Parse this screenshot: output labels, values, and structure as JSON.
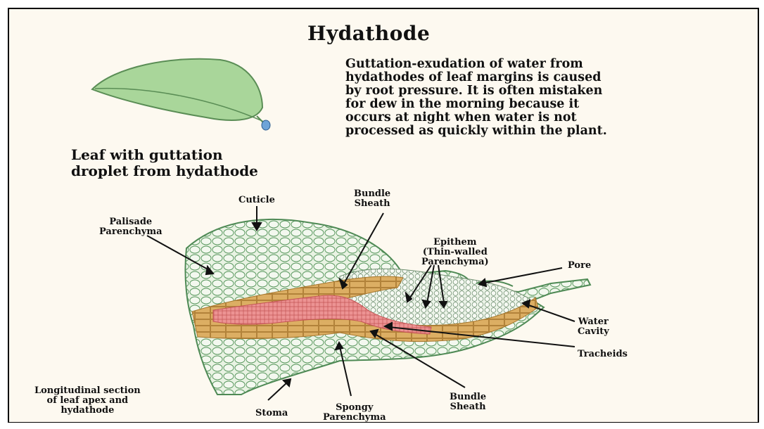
{
  "title": "Hydathode",
  "description": "Guttation-exudation of water from\nhydathodes of leaf margins is caused\nby root pressure.  It is often mistaken\nfor dew in the morning because it\noccurs at night when water is not\nprocessed as quickly within the plant.",
  "leaf_caption": "Leaf with guttation\ndroplet from hydathode",
  "labels": {
    "cuticle": "Cuticle",
    "bundle_sheath_top": "Bundle\nSheath",
    "palisade": "Palisade\nParenchyma",
    "epithem": "Epithem\n(Thin-walled\nParenchyma)",
    "pore": "Pore",
    "water_cavity": "Water\nCavity",
    "tracheids": "Tracheids",
    "longitudinal_section": "Longitudinal section\nof leaf apex and\nhydathode",
    "stoma": "Stoma",
    "spongy": "Spongy\nParenchyma",
    "bundle_sheath_bottom": "Bundle\nSheath"
  },
  "colors": {
    "background": "#fdf9f0",
    "leaf_green": "#a9d69a",
    "cell_outline": "#4f8a55",
    "cell_fill": "#e4f1de",
    "bundle_sheath": "#d8a95a",
    "tracheid_red": "#e88a8a",
    "droplet": "#6ea4d8"
  }
}
